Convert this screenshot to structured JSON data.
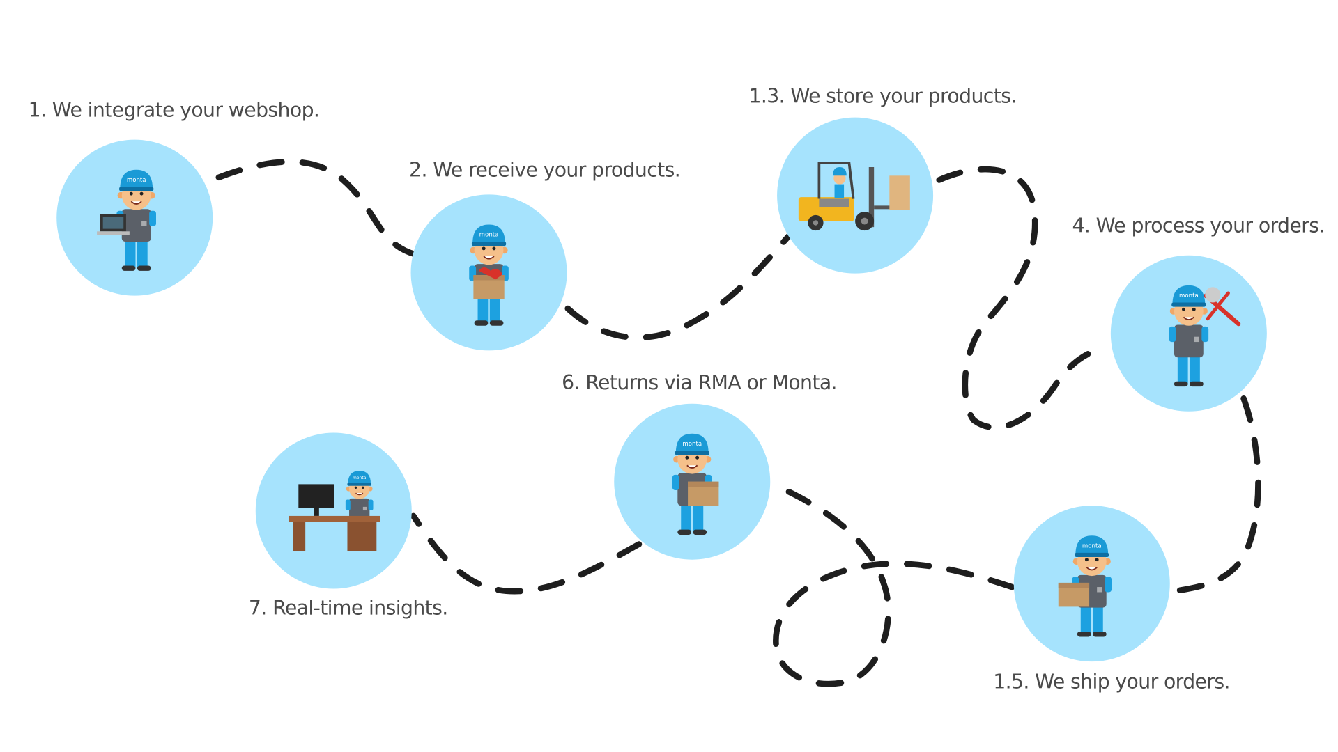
{
  "steps": [
    {
      "label": "1.    We integrate your webshop.",
      "illustration": "worker-with-laptop"
    },
    {
      "label": "2. We receive your products.",
      "illustration": "worker-holding-box"
    },
    {
      "label": "1.3. We store your products.",
      "illustration": "forklift"
    },
    {
      "label": "4. We process your orders.",
      "illustration": "worker-with-tools"
    },
    {
      "label": "1.5. We ship your orders.",
      "illustration": "worker-carrying-box"
    },
    {
      "label": "6. Returns via RMA or Monta.",
      "illustration": "worker-confused-with-box"
    },
    {
      "label": "7. Real-time insights.",
      "illustration": "worker-at-desk"
    }
  ],
  "cap_logo": "monta",
  "colors": {
    "circle": "#a6e3fd",
    "cap": "#1a9ad6",
    "path": "#1e1e1e",
    "text": "#4a4a4a"
  }
}
